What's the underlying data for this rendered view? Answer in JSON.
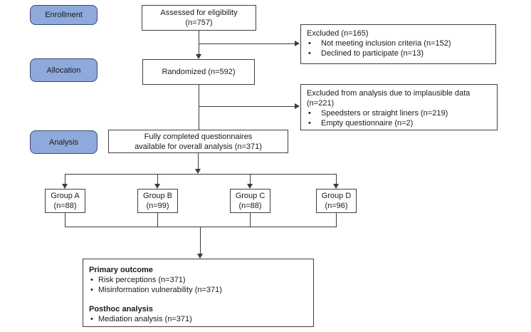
{
  "bullet_glyph": "•",
  "stages": [
    {
      "label": "Enrollment"
    },
    {
      "label": "Allocation"
    },
    {
      "label": "Analysis"
    }
  ],
  "boxes": {
    "assessed": {
      "line1": "Assessed for eligibility",
      "line2": "(n=757)"
    },
    "randomized": {
      "line1": "Randomized (n=592)"
    },
    "completed": {
      "line1": "Fully completed questionnaires",
      "line2": "available for overall analysis (n=371)"
    },
    "excluded_enrollment": {
      "title": "Excluded (n=165)",
      "bullets": [
        "Not meeting inclusion criteria (n=152)",
        "Declined to participate (n=13)"
      ]
    },
    "excluded_analysis": {
      "title": "Excluded from analysis due to implausible data (n=221)",
      "bullets": [
        "Speedsters or straight liners (n=219)",
        "Empty questionnaire (n=2)"
      ]
    },
    "groups": [
      {
        "name": "Group A",
        "n": "(n=88)"
      },
      {
        "name": "Group B",
        "n": "(n=99)"
      },
      {
        "name": "Group C",
        "n": "(n=88)"
      },
      {
        "name": "Group D",
        "n": "(n=96)"
      }
    ],
    "outcome": {
      "sections": [
        {
          "title": "Primary outcome",
          "bullets": [
            "Risk perceptions (n=371)",
            "Misinformation vulnerability (n=371)"
          ]
        },
        {
          "title": "Posthoc analysis",
          "bullets": [
            "Mediation analysis (n=371)"
          ]
        }
      ]
    }
  },
  "colors": {
    "stage_fill": "#8EA9DB",
    "stage_border": "#3A4A68",
    "box_border": "#3F3F3F",
    "line": "#3B3B3B"
  }
}
